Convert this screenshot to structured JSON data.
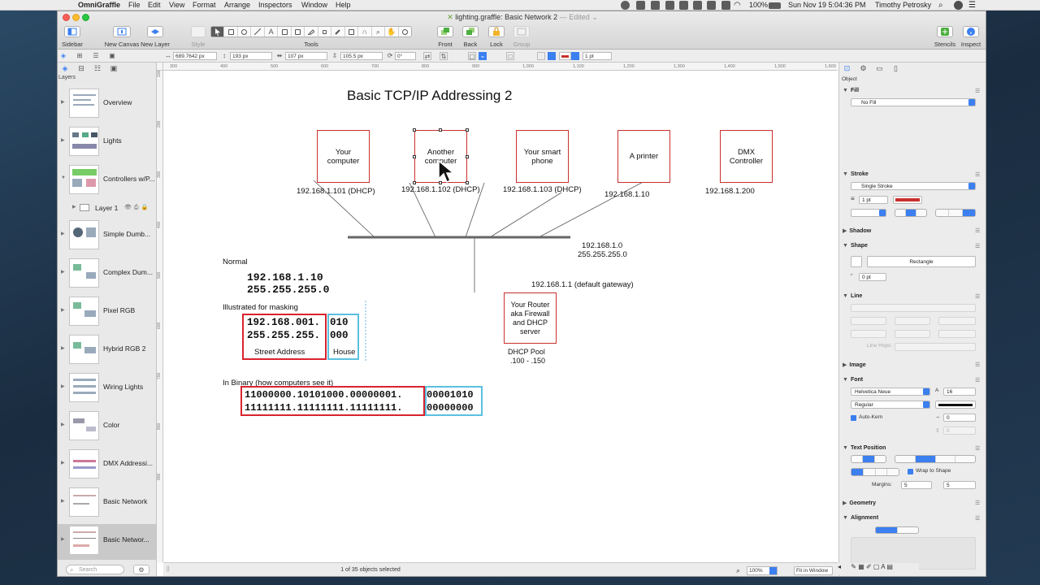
{
  "menubar": {
    "app_name": "OmniGraffle",
    "items": [
      "File",
      "Edit",
      "View",
      "Format",
      "Arrange",
      "Inspectors",
      "Window",
      "Help"
    ],
    "battery": "100%",
    "clock": "Sun Nov 19  5:04:36 PM",
    "user": "Timothy Petrosky"
  },
  "window": {
    "title": "lighting.graffle: Basic Network 2",
    "edited": "— Edited ⌄"
  },
  "toolbar": {
    "sidebar": "Sidebar",
    "new_canvas": "New Canvas",
    "new_layer": "New Layer",
    "style": "Style",
    "tools": "Tools",
    "front": "Front",
    "back": "Back",
    "lock": "Lock",
    "group": "Group",
    "stencils": "Stencils",
    "inspect": "Inspect"
  },
  "inspector_bar": {
    "x": "689.7642 px",
    "y": "193 px",
    "width": "107 px",
    "height": "105.5 px",
    "rotation": "0°",
    "stroke_width": "1 pt",
    "stroke_color": "#c9302c"
  },
  "sidebar": {
    "label": "Layers",
    "search_placeholder": "Search",
    "layer_name": "Layer 1",
    "canvases": [
      {
        "name": "Overview"
      },
      {
        "name": "Lights"
      },
      {
        "name": "Controllers w/P..."
      },
      {
        "name": "Simple Dumb..."
      },
      {
        "name": "Complex Dum..."
      },
      {
        "name": "Pixel RGB"
      },
      {
        "name": "Hybrid RGB 2"
      },
      {
        "name": "Wiring Lights"
      },
      {
        "name": "Color"
      },
      {
        "name": "DMX Addressi..."
      },
      {
        "name": "Basic Network"
      },
      {
        "name": "Basic Networ..."
      }
    ]
  },
  "rulers": {
    "h_ticks": [
      "300",
      "400",
      "500",
      "600",
      "700",
      "800",
      "900",
      "1,000",
      "1,100",
      "1,200",
      "1,300",
      "1,400",
      "1,500",
      "1,600"
    ],
    "v_ticks": [
      "100",
      "200",
      "300",
      "400",
      "500",
      "600",
      "700",
      "800",
      "900"
    ]
  },
  "diagram": {
    "title": "Basic TCP/IP Addressing 2",
    "devices": [
      {
        "label": "Your computer",
        "ip": "192.168.1.101 (DHCP)"
      },
      {
        "label": "Another computer",
        "ip": "192.168.1.102 (DHCP)"
      },
      {
        "label": "Your smart phone",
        "ip": "192.168.1.103 (DHCP)"
      },
      {
        "label": "A printer",
        "ip": "192.168.1.10"
      },
      {
        "label": "DMX Controller",
        "ip": "192.168.1.200"
      }
    ],
    "network": {
      "address": "192.168.1.0",
      "mask": "255.255.255.0"
    },
    "gateway": "192.168.1.1 (default gateway)",
    "router": "Your Router aka Firewall and DHCP server",
    "dhcp_pool_label": "DHCP Pool",
    "dhcp_pool_range": ".100 - .150",
    "normal_label": "Normal",
    "normal_ip": "192.168.1.10",
    "normal_mask": "255.255.255.0",
    "masking_label": "Illustrated for masking",
    "mask_ip_net": "192.168.001.",
    "mask_ip_host": "010",
    "mask_mask_net": "255.255.255.",
    "mask_mask_host": "000",
    "street_address": "Street Address",
    "house": "House",
    "binary_label": "In Binary (how computers see it)",
    "bin_ip_net": "11000000.10101000.00000001.",
    "bin_ip_host": "00001010",
    "bin_mask_net": "11111111.11111111.11111111.",
    "bin_mask_host": "00000000"
  },
  "statusbar": {
    "selection": "1 of 35 objects selected",
    "zoom": "100%",
    "fit": "Fit in Window"
  },
  "inspector": {
    "label": "Object",
    "fill": {
      "title": "Fill",
      "value": "No Fill"
    },
    "stroke": {
      "title": "Stroke",
      "type": "Single Stroke",
      "width": "1 pt",
      "color": "#c9302c"
    },
    "shadow": {
      "title": "Shadow"
    },
    "shape": {
      "title": "Shape",
      "value": "Rectangle",
      "corner": "0 pt"
    },
    "line": {
      "title": "Line",
      "hops": "Line Hops:"
    },
    "image": {
      "title": "Image"
    },
    "font": {
      "title": "Font",
      "family": "Helvetica Neue",
      "size": "16",
      "weight": "Regular",
      "autokern": "Auto-Kern",
      "kern": "0",
      "baseline": "0"
    },
    "text_position": {
      "title": "Text Position",
      "wrap": "Wrap to Shape",
      "margins": "Margins:",
      "margin_h": "5",
      "margin_v": "5"
    },
    "geometry": {
      "title": "Geometry"
    },
    "alignment": {
      "title": "Alignment"
    }
  },
  "icons": [
    "apple-icon",
    "search-icon",
    "gear-icon",
    "pointer-tool-icon",
    "text-tool-icon",
    "lock-icon",
    "wifi-icon"
  ],
  "colors": {
    "accent": "#3b7ff0",
    "box_stroke": "#c9302c",
    "host_box": "#5bc0de",
    "net_box": "#d9232d"
  }
}
